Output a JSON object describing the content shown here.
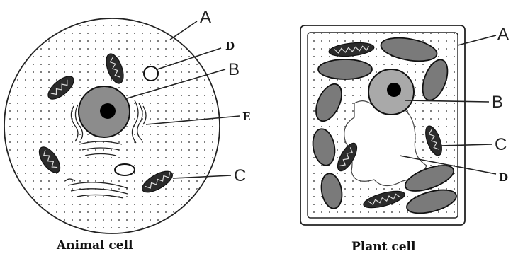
{
  "animal_cell": {
    "caption": "Animal cell",
    "labels": {
      "a": "A",
      "b": "B",
      "c": "C",
      "d": "D",
      "e": "E"
    }
  },
  "plant_cell": {
    "caption": "Plant cell",
    "labels": {
      "a": "A",
      "b": "B",
      "c": "C",
      "d": "D"
    }
  },
  "colors": {
    "outline": "#111111",
    "cytoplasm_dots": "#555555",
    "nucleus": "#8c8c8c",
    "nucleus_light": "#a9a9a9",
    "nucleolus": "#000000",
    "chloroplast": "#7a7a7a",
    "mitochondrion": "#2b2b2b"
  }
}
